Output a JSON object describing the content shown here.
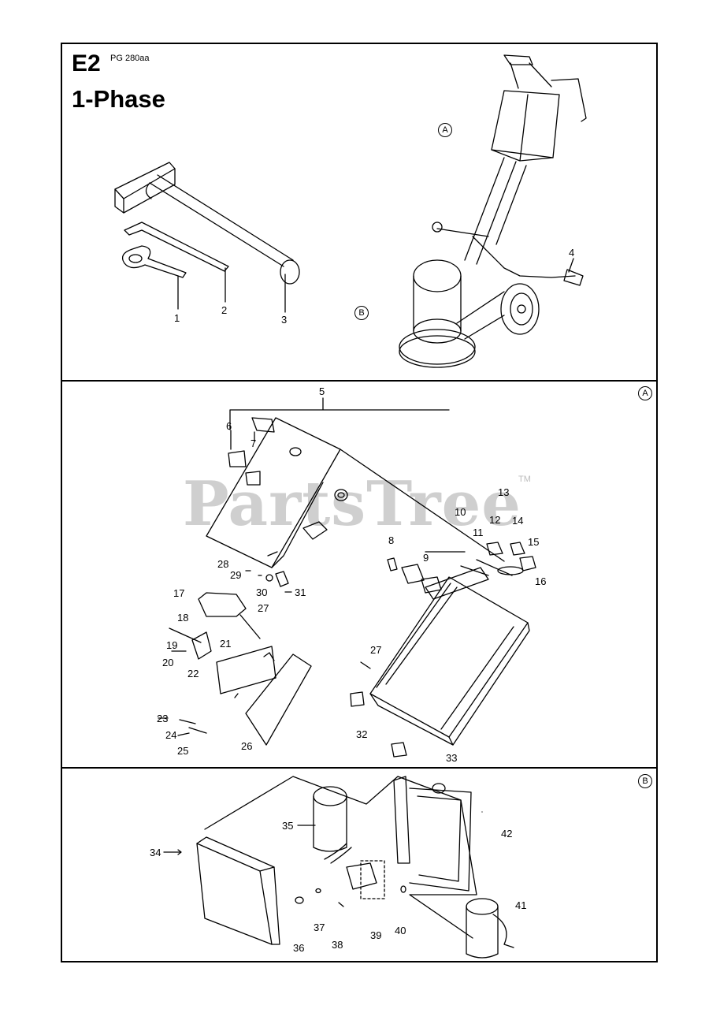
{
  "header": {
    "code": "E2",
    "model": "PG 280aa",
    "phase": "1-Phase"
  },
  "watermark": {
    "text": "PartsTree",
    "tm": "TM"
  },
  "sections": {
    "top": {
      "callout_a": "A",
      "callout_b": "B"
    },
    "a": {
      "callout": "A"
    },
    "b": {
      "callout": "B"
    }
  },
  "parts": {
    "p1": "1",
    "p2": "2",
    "p3": "3",
    "p4": "4",
    "p5": "5",
    "p6": "6",
    "p7": "7",
    "p8": "8",
    "p9": "9",
    "p10": "10",
    "p11": "11",
    "p12": "12",
    "p13": "13",
    "p14": "14",
    "p15": "15",
    "p16": "16",
    "p17": "17",
    "p18": "18",
    "p19": "19",
    "p20": "20",
    "p21": "21",
    "p22": "22",
    "p23": "23",
    "p24": "24",
    "p25": "25",
    "p26": "26",
    "p27a": "27",
    "p27b": "27",
    "p28": "28",
    "p29": "29",
    "p30": "30",
    "p31": "31",
    "p32": "32",
    "p33": "33",
    "p34": "34",
    "p35": "35",
    "p36": "36",
    "p37": "37",
    "p38": "38",
    "p39": "39",
    "p40": "40",
    "p41": "41",
    "p42": "42"
  }
}
